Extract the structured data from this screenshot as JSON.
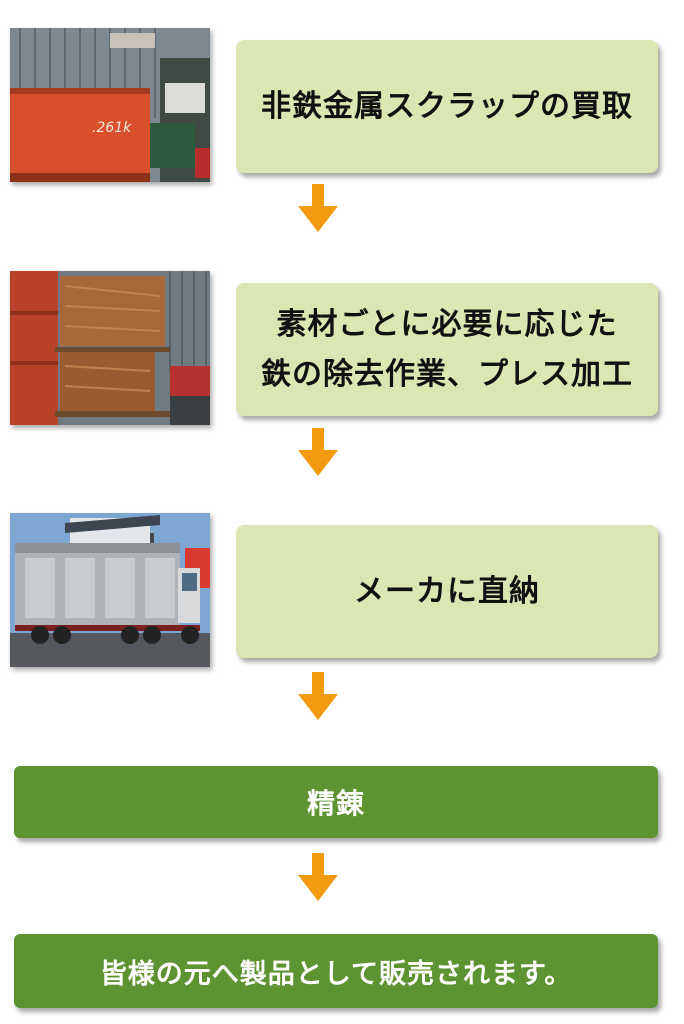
{
  "steps": {
    "step1": "非鉄金属スクラップの買取",
    "step2_line1": "素材ごとに必要に応じた",
    "step2_line2": "鉄の除去作業、プレス加工",
    "step3": "メーカに直納",
    "step4": "精錬",
    "step5": "皆様の元へ製品として販売されます。"
  },
  "photo_labels": {
    "container_marking": ".261k"
  },
  "icons": [
    "arrow-down-icon"
  ],
  "colors": {
    "light_box": "#dbe7b2",
    "dark_bar": "#5d9431",
    "arrow": "#f39a10"
  }
}
